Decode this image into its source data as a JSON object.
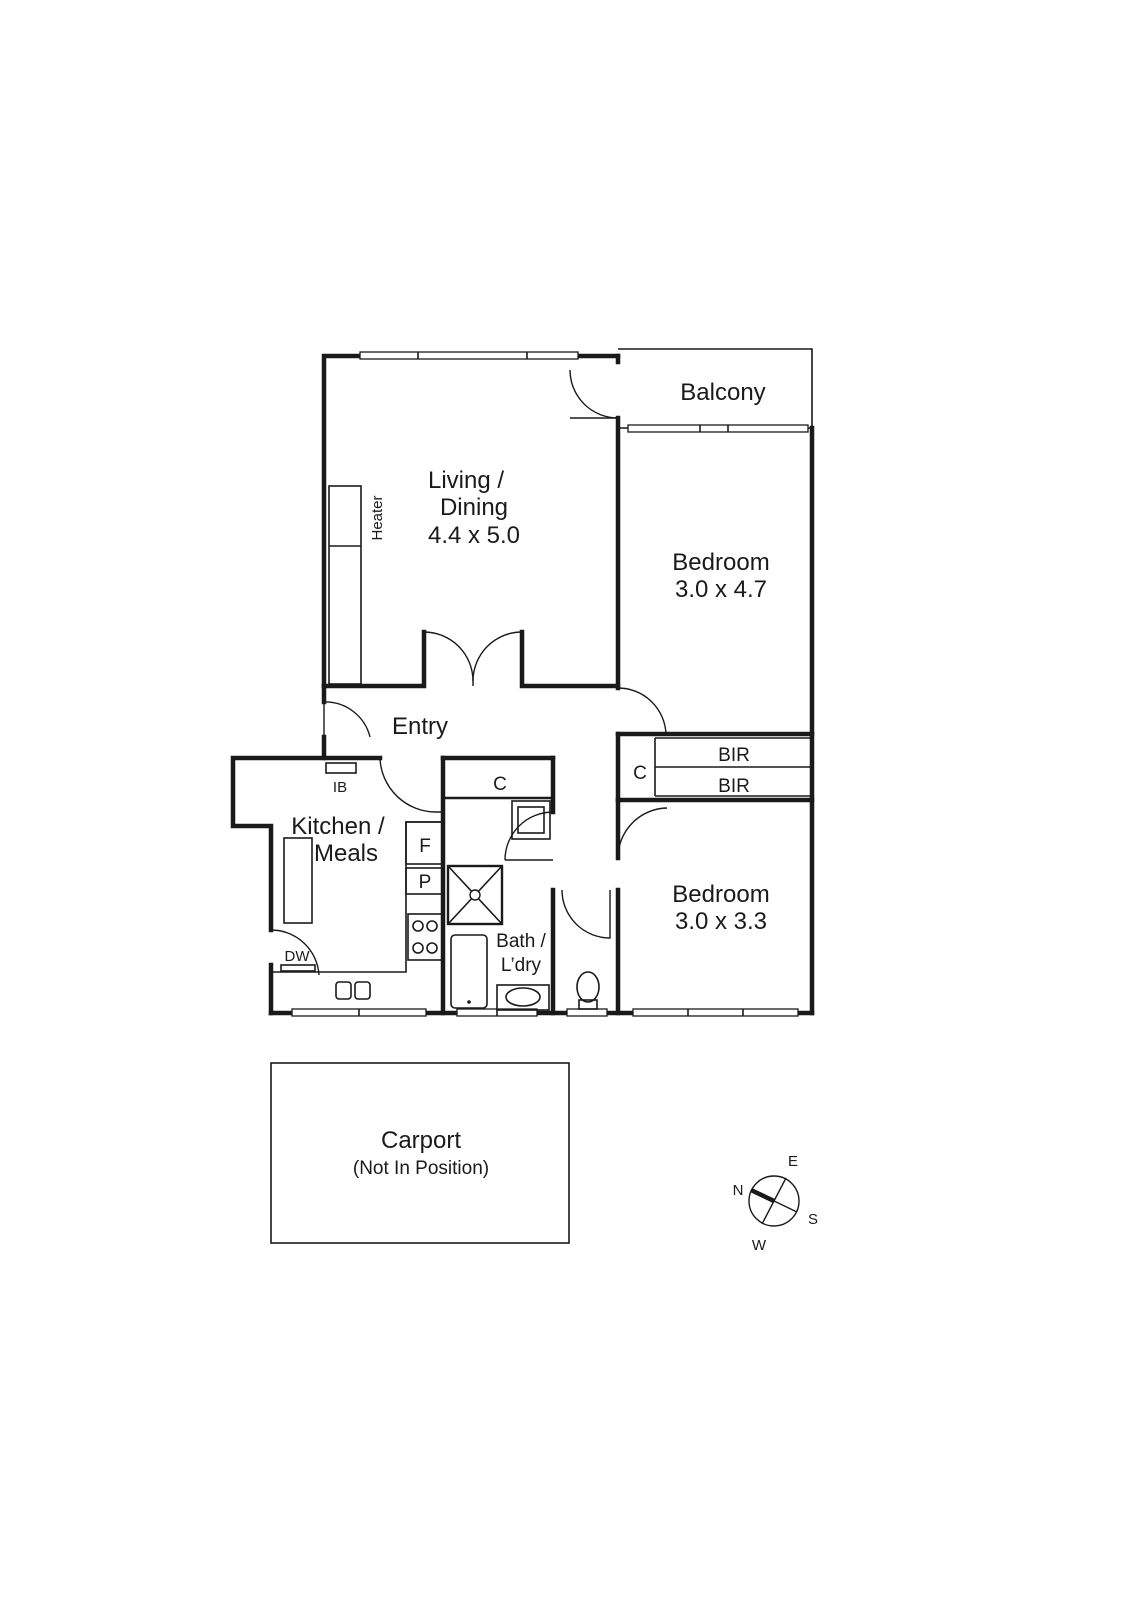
{
  "rooms": {
    "living": {
      "name_line1": "Living /",
      "name_line2": "Dining",
      "size": "4.4 x 5.0"
    },
    "balcony": {
      "name": "Balcony"
    },
    "bedroom1": {
      "name": "Bedroom",
      "size": "3.0 x 4.7"
    },
    "bedroom2": {
      "name": "Bedroom",
      "size": "3.0 x 3.3"
    },
    "entry": {
      "name": "Entry"
    },
    "kitchen": {
      "name_line1": "Kitchen /",
      "name_line2": "Meals"
    },
    "bath": {
      "name_line1": "Bath /",
      "name_line2": "L’dry"
    },
    "carport": {
      "name": "Carport",
      "note": "(Not In Position)"
    }
  },
  "fixtures": {
    "heater": "Heater",
    "ib": "IB",
    "dw": "DW",
    "fridge": "F",
    "pantry": "P",
    "cupboard_hall": "C",
    "cupboard_bed": "C",
    "bir_top": "BIR",
    "bir_bottom": "BIR"
  },
  "compass": {
    "n": "N",
    "e": "E",
    "s": "S",
    "w": "W"
  }
}
